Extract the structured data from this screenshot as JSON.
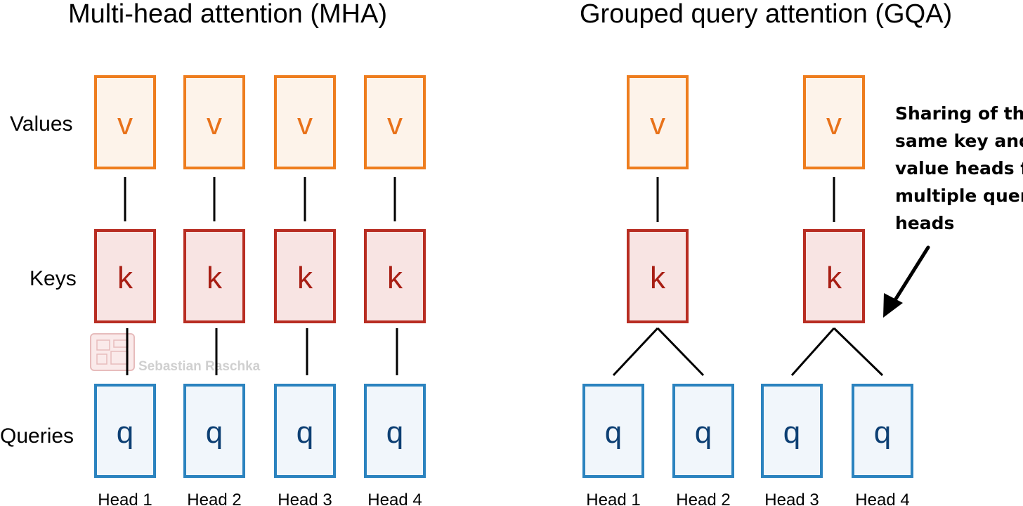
{
  "colors": {
    "value_stroke": "#ee7d1e",
    "value_fill": "#fdf3ea",
    "value_text": "#e8721a",
    "key_stroke": "#b82d22",
    "key_fill": "#f8e4e3",
    "key_text": "#a81e14",
    "query_stroke": "#2b83bf",
    "query_fill": "#f1f6fb",
    "query_text": "#0d3f73",
    "line": "#000000"
  },
  "mha": {
    "title": "Multi-head attention (MHA)",
    "row_labels": {
      "values": "Values",
      "keys": "Keys",
      "queries": "Queries"
    },
    "heads": [
      {
        "label": "Head 1",
        "value": "v",
        "key": "k",
        "query": "q"
      },
      {
        "label": "Head 2",
        "value": "v",
        "key": "k",
        "query": "q"
      },
      {
        "label": "Head 3",
        "value": "v",
        "key": "k",
        "query": "q"
      },
      {
        "label": "Head 4",
        "value": "v",
        "key": "k",
        "query": "q"
      }
    ]
  },
  "gqa": {
    "title": "Grouped query attention (GQA)",
    "groups": [
      {
        "value": "v",
        "key": "k",
        "heads": [
          {
            "label": "Head 1",
            "query": "q"
          },
          {
            "label": "Head 2",
            "query": "q"
          }
        ]
      },
      {
        "value": "v",
        "key": "k",
        "heads": [
          {
            "label": "Head 3",
            "query": "q"
          },
          {
            "label": "Head 4",
            "query": "q"
          }
        ]
      }
    ],
    "annotation": [
      "Sharing of the",
      "same key and",
      "value heads for",
      "multiple query",
      "heads"
    ]
  },
  "watermark": {
    "text": "Sebastian Raschka"
  }
}
